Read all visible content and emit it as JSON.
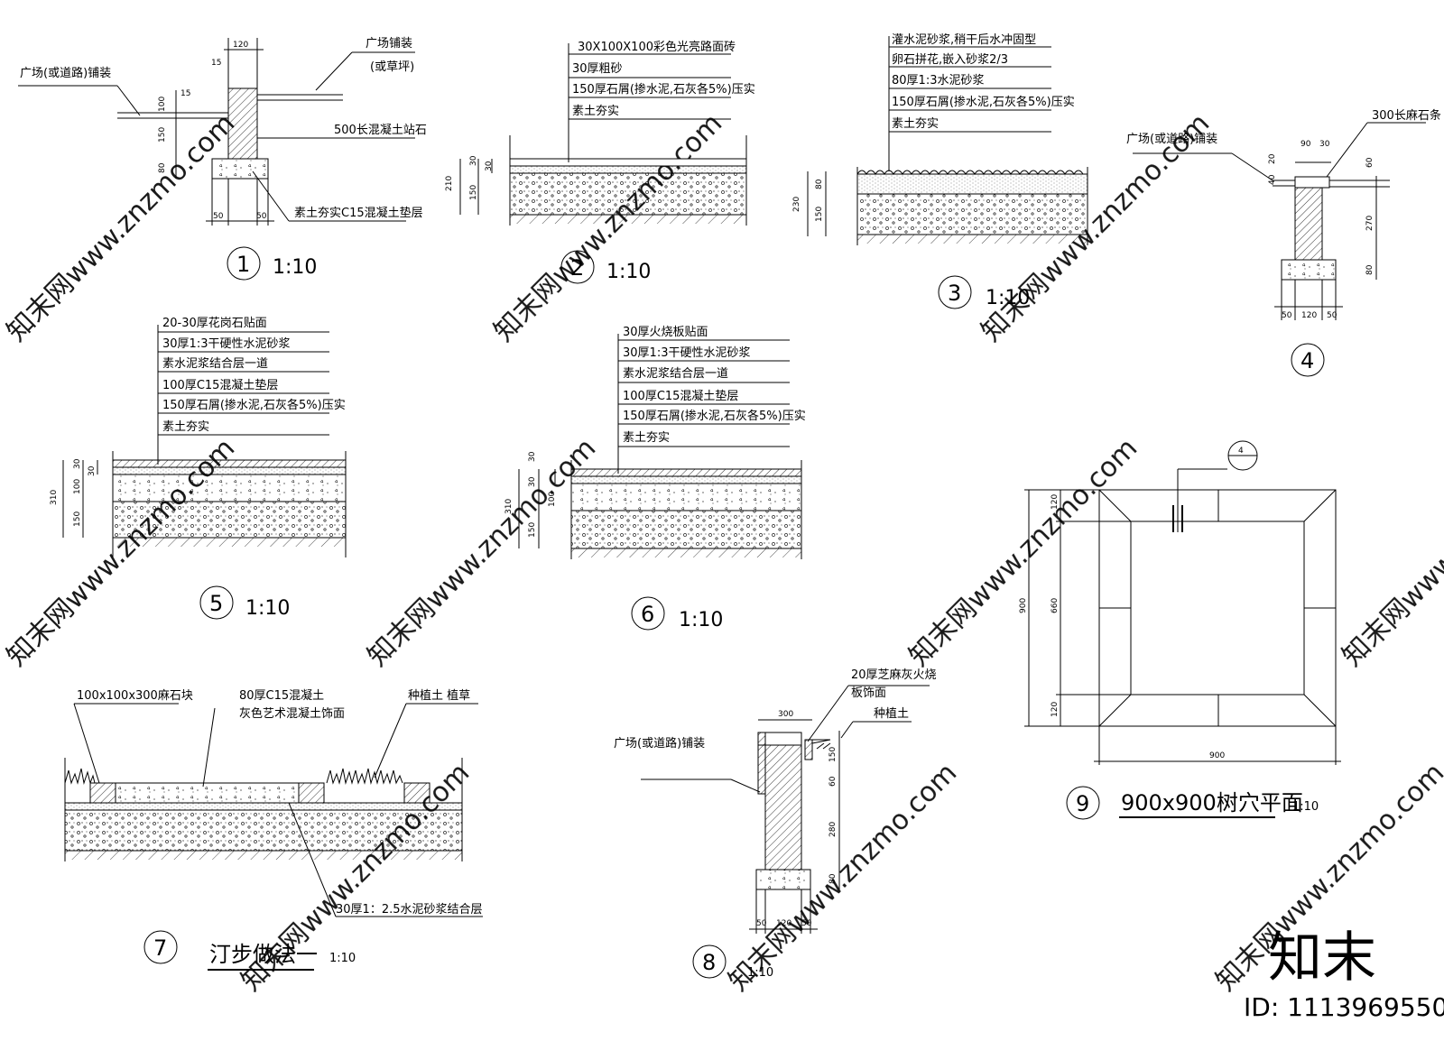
{
  "details": {
    "d1": {
      "number": "1",
      "scale": "1:10",
      "labels": [
        "广场铺装",
        "(或草坪)",
        "广场(或道路)铺装",
        "500长混凝土站石",
        "素土夯实C15混凝土垫层"
      ],
      "dims": [
        "120",
        "15",
        "15",
        "100",
        "150",
        "80",
        "50",
        "50"
      ]
    },
    "d2": {
      "number": "2",
      "scale": "1:10",
      "layers": [
        "30X100X100彩色光亮路面砖",
        "30厚粗砂",
        "150厚石屑(掺水泥,石灰各5%)压实",
        "素土夯实"
      ],
      "dims": [
        "210",
        "30",
        "30",
        "150"
      ]
    },
    "d3": {
      "number": "3",
      "scale": "1:10",
      "layers": [
        "灌水泥砂浆,稍干后水冲固型",
        "卵石拼花,嵌入砂浆2/3",
        "80厚1:3水泥砂浆",
        "150厚石屑(掺水泥,石灰各5%)压实",
        "素土夯实"
      ],
      "dims": [
        "230",
        "80",
        "150"
      ]
    },
    "d4": {
      "number": "4",
      "labels": [
        "300长麻石条",
        "广场(或道路)铺装"
      ],
      "dims": [
        "90",
        "30",
        "20",
        "40",
        "60",
        "270",
        "80",
        "50",
        "120",
        "50"
      ]
    },
    "d5": {
      "number": "5",
      "scale": "1:10",
      "layers": [
        "20-30厚花岗石贴面",
        "30厚1:3干硬性水泥砂浆",
        "素水泥浆结合层一道",
        "100厚C15混凝土垫层",
        "150厚石屑(掺水泥,石灰各5%)压实",
        "素土夯实"
      ],
      "dims": [
        "310",
        "30",
        "30",
        "100",
        "150"
      ]
    },
    "d6": {
      "number": "6",
      "scale": "1:10",
      "layers": [
        "30厚火烧板贴面",
        "30厚1:3干硬性水泥砂浆",
        "素水泥浆结合层一道",
        "100厚C15混凝土垫层",
        "150厚石屑(掺水泥,石灰各5%)压实",
        "素土夯实"
      ],
      "dims": [
        "310",
        "30",
        "30",
        "100",
        "150"
      ]
    },
    "d7": {
      "number": "7",
      "title": "汀步做法一",
      "scale": "1:10",
      "labels": [
        "100x100x300麻石块",
        "80厚C15混凝土",
        "灰色艺术混凝土饰面",
        "种植土 植草",
        "30厚1：2.5水泥砂浆结合层"
      ]
    },
    "d8": {
      "number": "8",
      "scale": "1:10",
      "labels": [
        "20厚芝麻灰火烧",
        "板饰面",
        "种植土",
        "广场(或道路)铺装"
      ],
      "dims": [
        "300",
        "150",
        "60",
        "280",
        "80",
        "50",
        "120",
        "50"
      ]
    },
    "d9": {
      "number": "9",
      "title": "900x900树穴平面",
      "scale": "1:10",
      "ref": "4",
      "dims": [
        "900",
        "120",
        "660",
        "120",
        "900"
      ]
    }
  },
  "watermark": {
    "text": "知末网www.znzmo.com",
    "logo": "知末",
    "id_label": "ID: 1113969550"
  }
}
